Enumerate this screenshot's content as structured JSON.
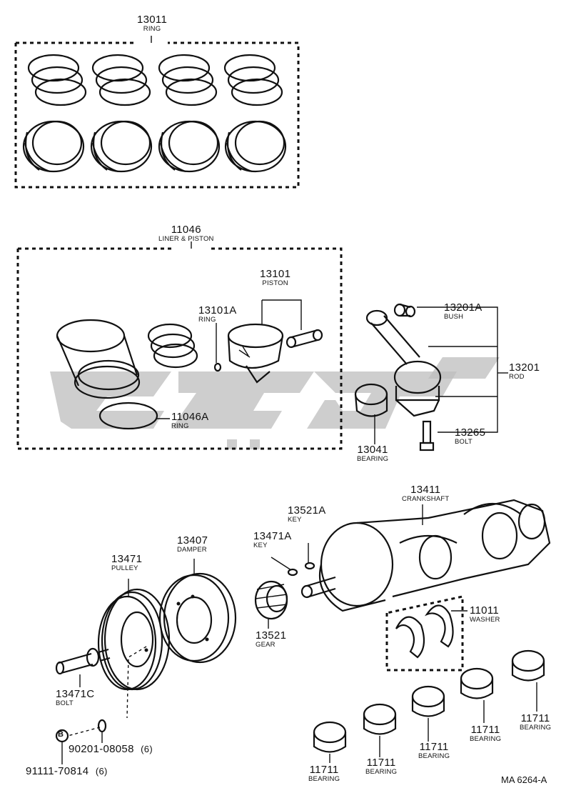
{
  "parts": {
    "p13011": {
      "num": "13011",
      "name": "RING"
    },
    "p11046": {
      "num": "11046",
      "name": "LINER & PISTON"
    },
    "p13101": {
      "num": "13101",
      "name": "PISTON"
    },
    "p13101A": {
      "num": "13101A",
      "name": "RING"
    },
    "p11046A": {
      "num": "11046A",
      "name": "RING"
    },
    "p13201A": {
      "num": "13201A",
      "name": "BUSH"
    },
    "p13201": {
      "num": "13201",
      "name": "ROD"
    },
    "p13265": {
      "num": "13265",
      "name": "BOLT"
    },
    "p13041": {
      "num": "13041",
      "name": "BEARING"
    },
    "p13411": {
      "num": "13411",
      "name": "CRANKSHAFT"
    },
    "p13521A": {
      "num": "13521A",
      "name": "KEY"
    },
    "p13471A": {
      "num": "13471A",
      "name": "KEY"
    },
    "p13407": {
      "num": "13407",
      "name": "DAMPER"
    },
    "p13471": {
      "num": "13471",
      "name": "PULLEY"
    },
    "p11011": {
      "num": "11011",
      "name": "WASHER"
    },
    "p13521": {
      "num": "13521",
      "name": "GEAR"
    },
    "p13471C": {
      "num": "13471C",
      "name": "BOLT"
    },
    "p90201": {
      "num": "90201-08058",
      "qty": "(6)"
    },
    "p91111": {
      "num": "91111-70814",
      "qty": "(6)"
    },
    "b1": {
      "num": "11711",
      "name": "BEARING"
    },
    "b2": {
      "num": "11711",
      "name": "BEARING"
    },
    "b3": {
      "num": "11711",
      "name": "BEARING"
    },
    "b4": {
      "num": "11711",
      "name": "BEARING"
    },
    "b5": {
      "num": "11711",
      "name": "BEARING"
    }
  },
  "b_marker": "B",
  "footer_code": "MA 6264-A",
  "colors": {
    "ink": "#111111",
    "watermark": "#bdbdbd"
  }
}
